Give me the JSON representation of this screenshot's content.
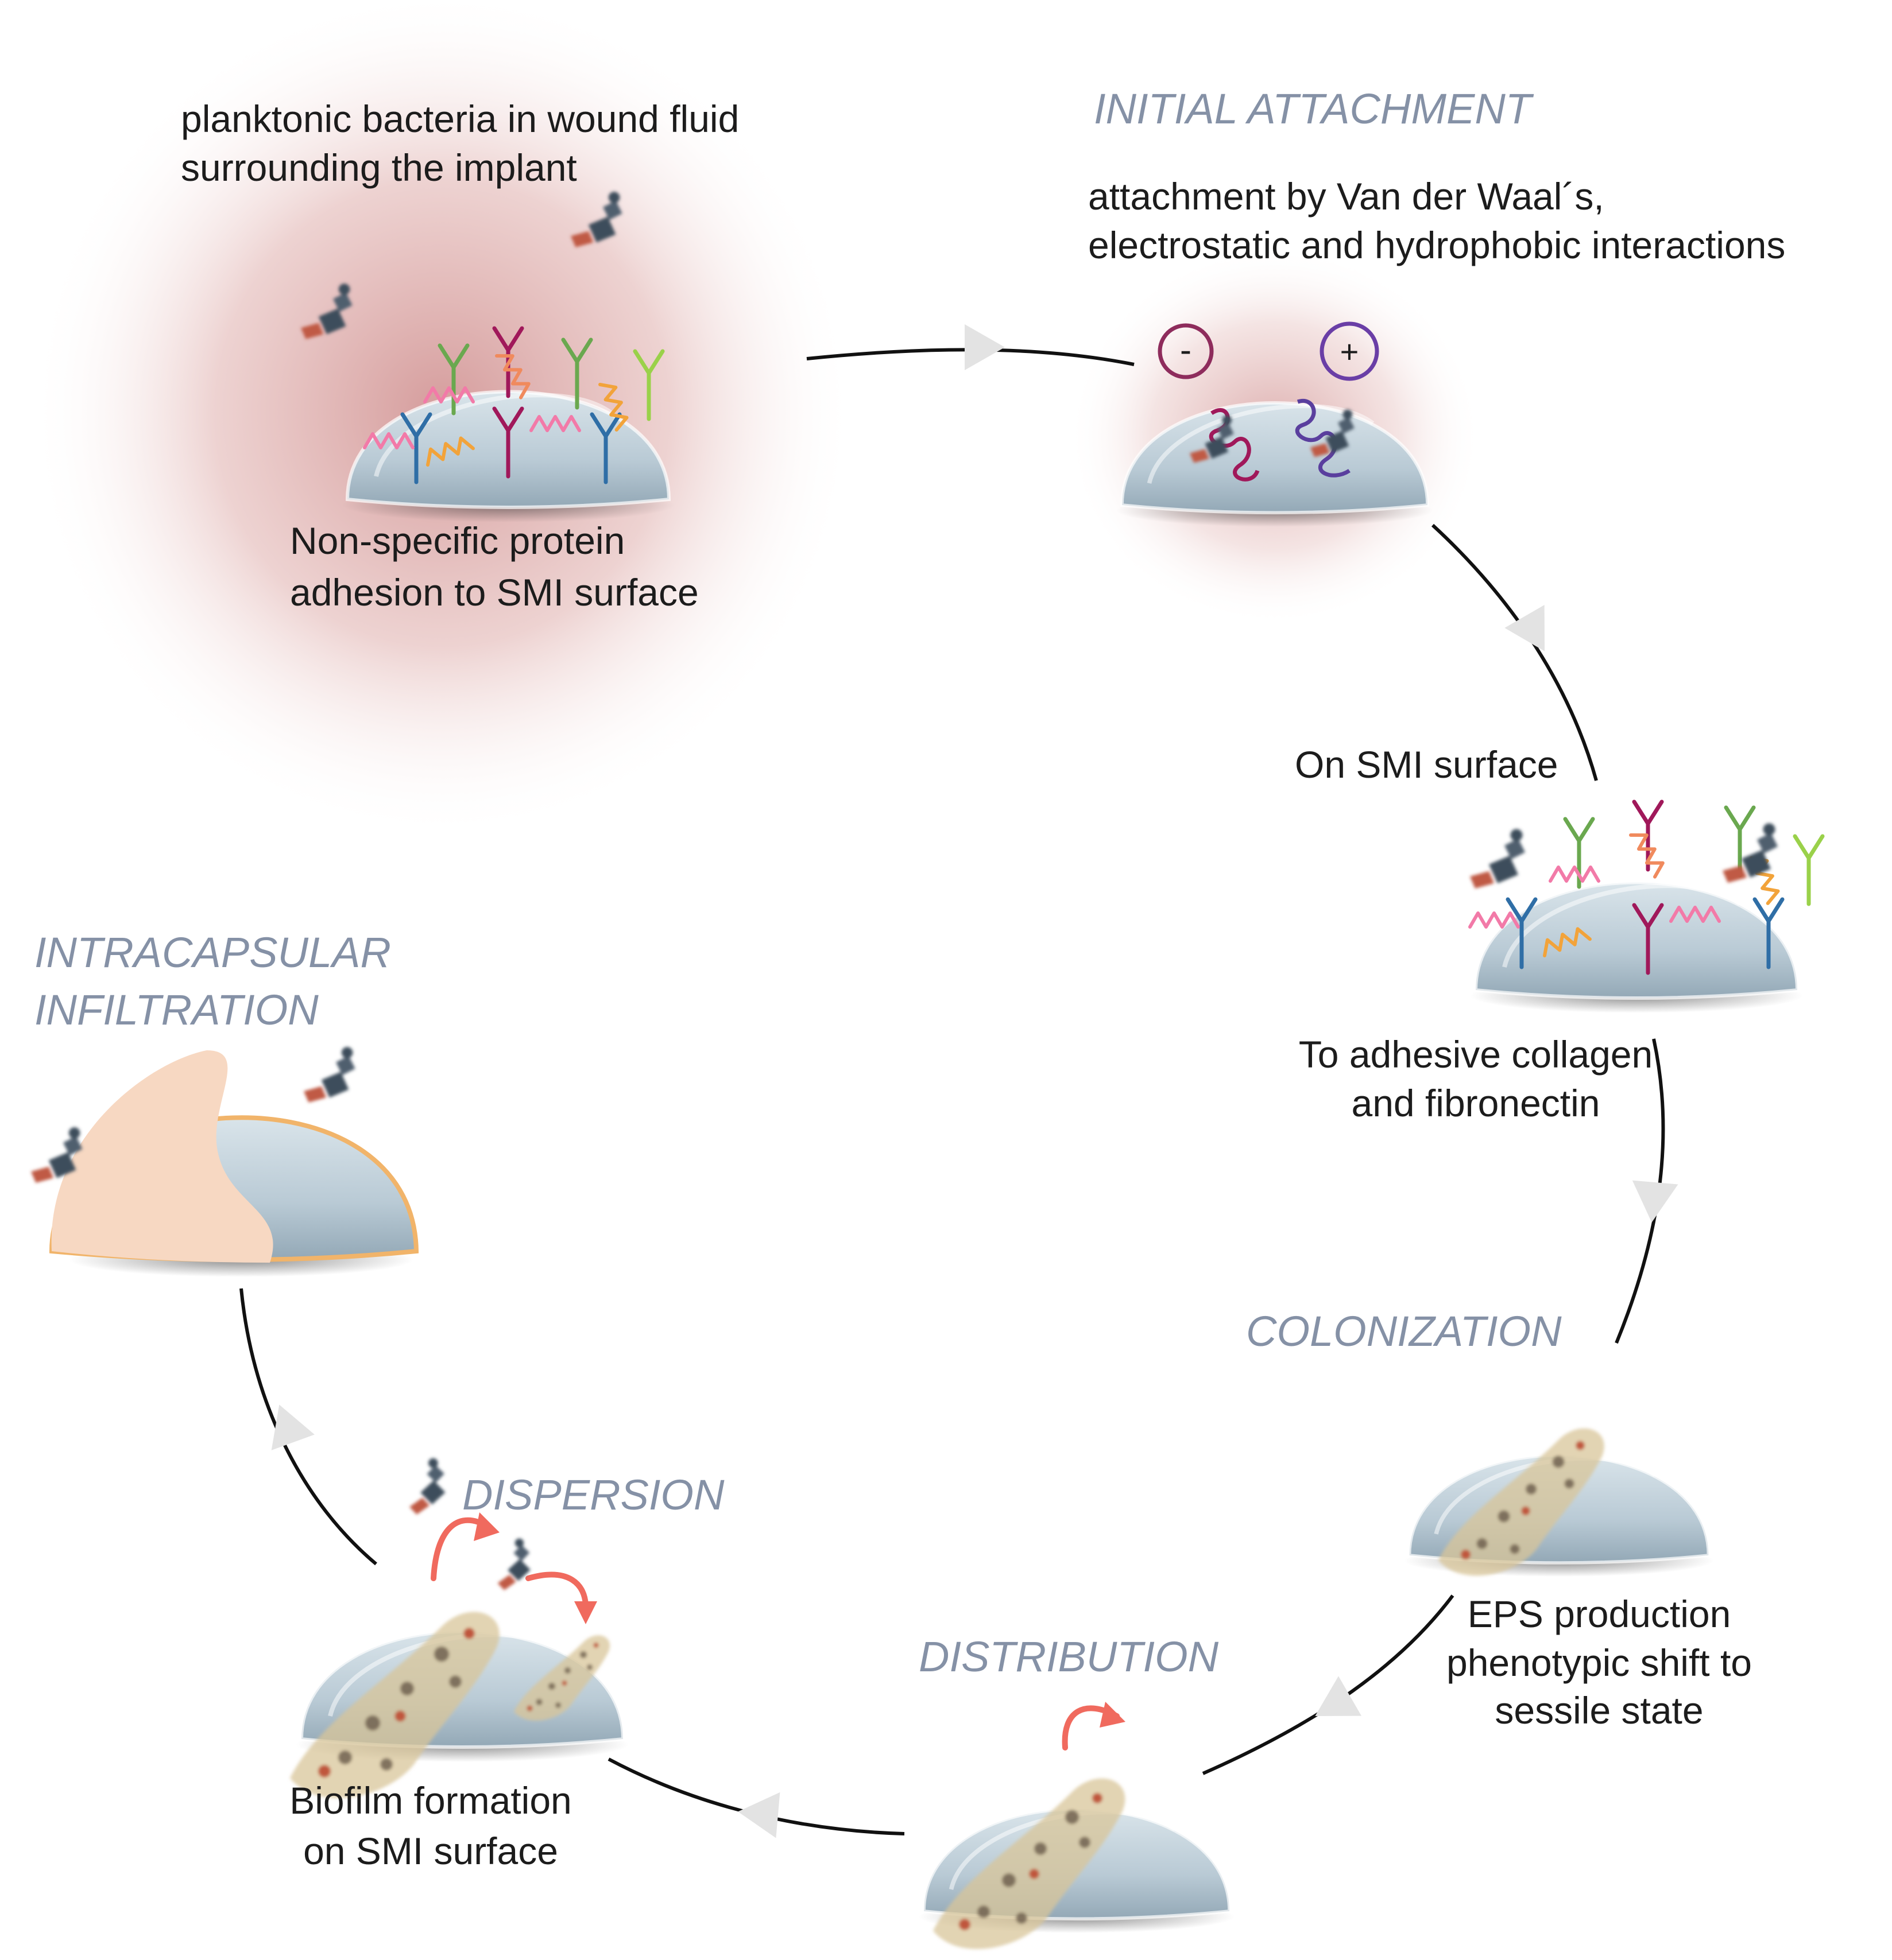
{
  "stages": {
    "initial_attachment": "INITIAL ATTACHMENT",
    "colonization": "COLONIZATION",
    "distribution": "DISTRIBUTION",
    "dispersion": "DISPERSION",
    "intracapsular_line1": "INTRACAPSULAR",
    "intracapsular_line2": "INFILTRATION"
  },
  "notes": {
    "planktonic_line1": "planktonic bacteria in wound fluid",
    "planktonic_line2": "surrounding the implant",
    "protein_line1": "Non-specific protein",
    "protein_line2": "adhesion to SMI surface",
    "attach_line1": "attachment by Van der Waal´s,",
    "attach_line2": "electrostatic and hydrophobic interactions",
    "on_smi": "On SMI surface",
    "collagen_line1": "To adhesive collagen",
    "collagen_line2": "and fibronectin",
    "eps_line1": "EPS production",
    "eps_line2": "phenotypic shift to",
    "eps_line3": "sessile state",
    "biofilm_line1": "Biofilm formation",
    "biofilm_line2": "on SMI surface"
  },
  "charges": {
    "negative": "-",
    "positive": "+"
  },
  "colors": {
    "implant_fill": "#bfcfd9",
    "halo": "#c0504d",
    "capsule": "#f7d8c2",
    "eps_matrix": "#d8c69a",
    "arrow_head": "#e3e3e3",
    "dispersal_arrow": "#f06a5e",
    "charge_ring": "#8e2c5c",
    "stage_label": "#8591a6"
  },
  "icons": [
    "bacteria-icon",
    "antibody-icon",
    "protein-coil-icon",
    "charge-icon",
    "cycle-arrow-icon"
  ]
}
